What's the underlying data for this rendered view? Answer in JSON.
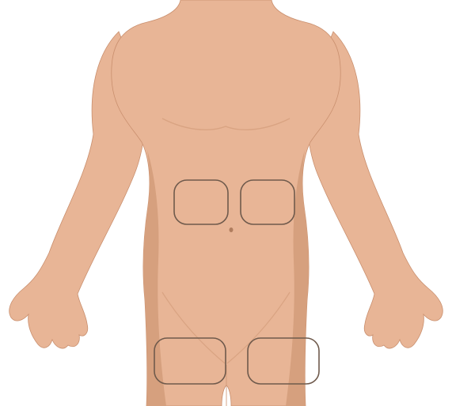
{
  "figure": {
    "subject": "front-torso-body-outline",
    "view": "anterior",
    "colors": {
      "background": "#ffffff",
      "skin": "#e8b596",
      "skin_shadow": "#d6a07e",
      "skin_outline": "#c98f6e",
      "zone_outline": "#6f5a4c"
    },
    "marked_zones": [
      {
        "id": "abdomen-right"
      },
      {
        "id": "abdomen-left"
      },
      {
        "id": "thigh-right"
      },
      {
        "id": "thigh-left"
      }
    ]
  }
}
